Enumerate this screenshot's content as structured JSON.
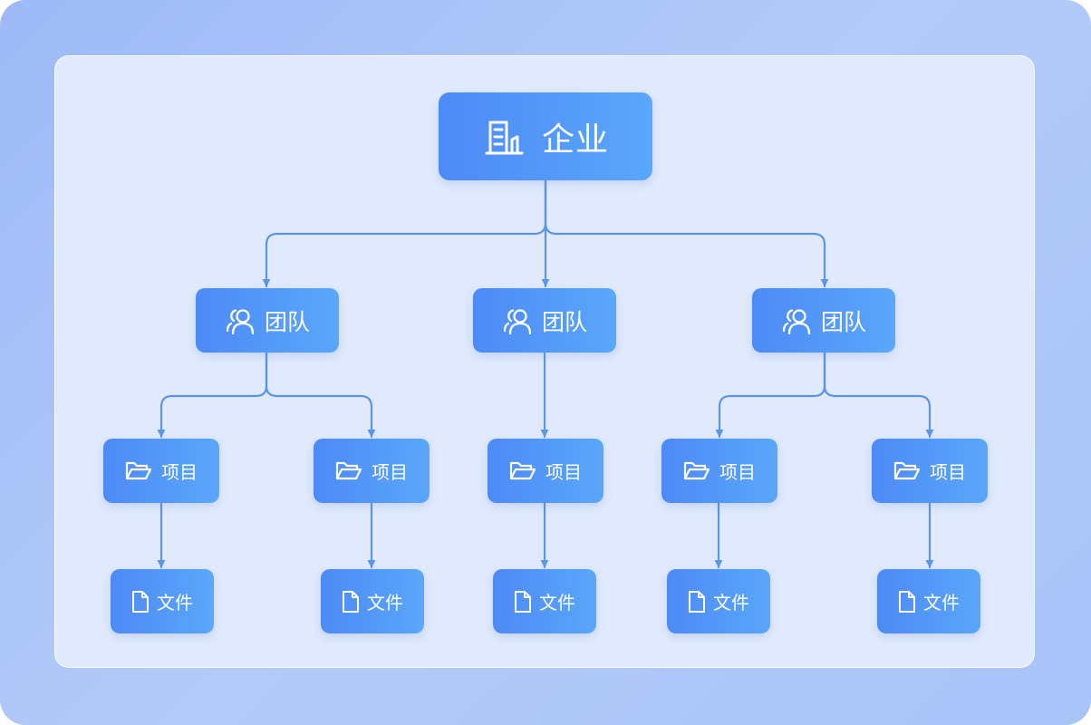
{
  "nodes": {
    "root": {
      "label": "企业",
      "icon": "building-icon"
    },
    "teams": [
      {
        "label": "团队",
        "icon": "users-icon"
      },
      {
        "label": "团队",
        "icon": "users-icon"
      },
      {
        "label": "团队",
        "icon": "users-icon"
      }
    ],
    "projects": [
      {
        "label": "项目",
        "icon": "folder-open-icon"
      },
      {
        "label": "项目",
        "icon": "folder-open-icon"
      },
      {
        "label": "项目",
        "icon": "folder-open-icon"
      },
      {
        "label": "项目",
        "icon": "folder-open-icon"
      },
      {
        "label": "项目",
        "icon": "folder-open-icon"
      }
    ],
    "files": [
      {
        "label": "文件",
        "icon": "file-icon"
      },
      {
        "label": "文件",
        "icon": "file-icon"
      },
      {
        "label": "文件",
        "icon": "file-icon"
      },
      {
        "label": "文件",
        "icon": "file-icon"
      },
      {
        "label": "文件",
        "icon": "file-icon"
      }
    ]
  },
  "colors": {
    "node_gradient_start": "#4d8af6",
    "node_gradient_end": "#5aa7fb",
    "connector": "#5b95e8",
    "panel": "#e1eafc",
    "frame": "#a7c3f8"
  }
}
